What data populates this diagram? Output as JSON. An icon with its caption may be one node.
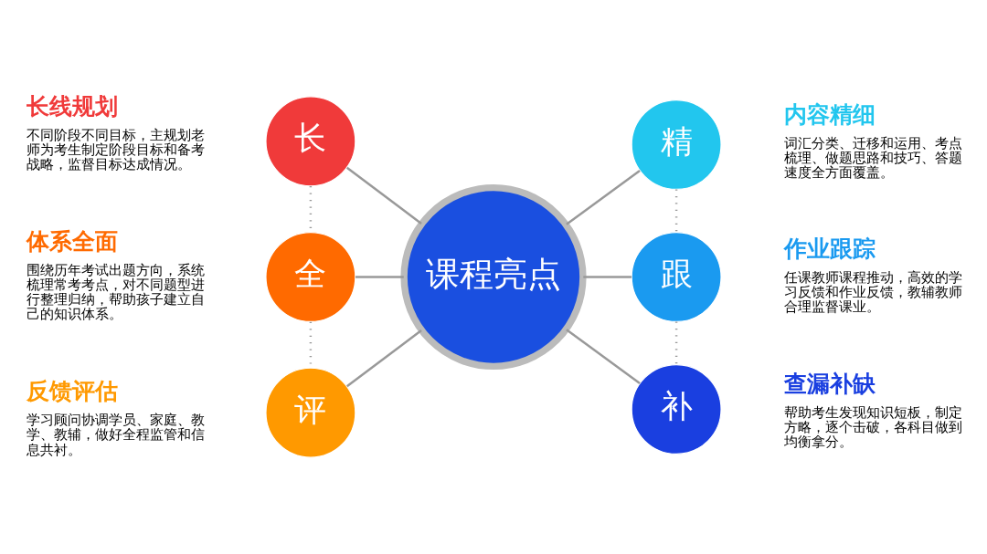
{
  "diagram": {
    "nodes": [
      {
        "text": [
          "课程亮点"
        ]
      },
      {
        "text": [
          "长"
        ],
        "beside": [
          "长线规划",
          "不同阶段不同目标，主规划老师为考生制定阶段目标和备考战略，监督目标达成情况。"
        ]
      },
      {
        "text": [
          "全"
        ],
        "beside": [
          "体系全面",
          "围绕历年考试出题方向，系统梳理常考考点，对不同题型进行整理归纳，帮助孩子建立自己的知识体系。"
        ]
      },
      {
        "text": [
          "评"
        ],
        "beside": [
          "反馈评估",
          "学习顾问协调学员、家庭、教学、教辅，做好全程监管和信息共衬。"
        ]
      },
      {
        "text": [
          "精"
        ],
        "beside": [
          "内容精细",
          "词汇分类、迁移和运用、考点梳理、做题思路和技巧、答题速度全方面覆盖。"
        ]
      },
      {
        "text": [
          "跟"
        ],
        "beside": [
          "作业跟踪",
          "任课教师课程推动，高效的学习反馈和作业反馈，教辅教师合理监督课业。"
        ]
      },
      {
        "text": [
          "补"
        ],
        "beside": [
          "查漏补缺",
          "帮助考生发现知识短板，制定方略，逐个击破，各科目做到均衡拿分。"
        ]
      }
    ],
    "edges": [
      {
        "from": 1,
        "to": 0,
        "arrow": "none"
      },
      {
        "from": 2,
        "to": 0,
        "arrow": "none"
      },
      {
        "from": 3,
        "to": 0,
        "arrow": "none"
      },
      {
        "from": 0,
        "to": 4,
        "arrow": "none"
      },
      {
        "from": 0,
        "to": 5,
        "arrow": "none"
      },
      {
        "from": 0,
        "to": 6,
        "arrow": "none"
      },
      {
        "from": 1,
        "to": 2,
        "arrow": "none",
        "style": "dashed"
      },
      {
        "from": 2,
        "to": 3,
        "arrow": "none",
        "style": "dashed"
      },
      {
        "from": 4,
        "to": 5,
        "arrow": "none",
        "style": "dashed"
      },
      {
        "from": 5,
        "to": 6,
        "arrow": "none",
        "style": "dashed"
      }
    ]
  }
}
